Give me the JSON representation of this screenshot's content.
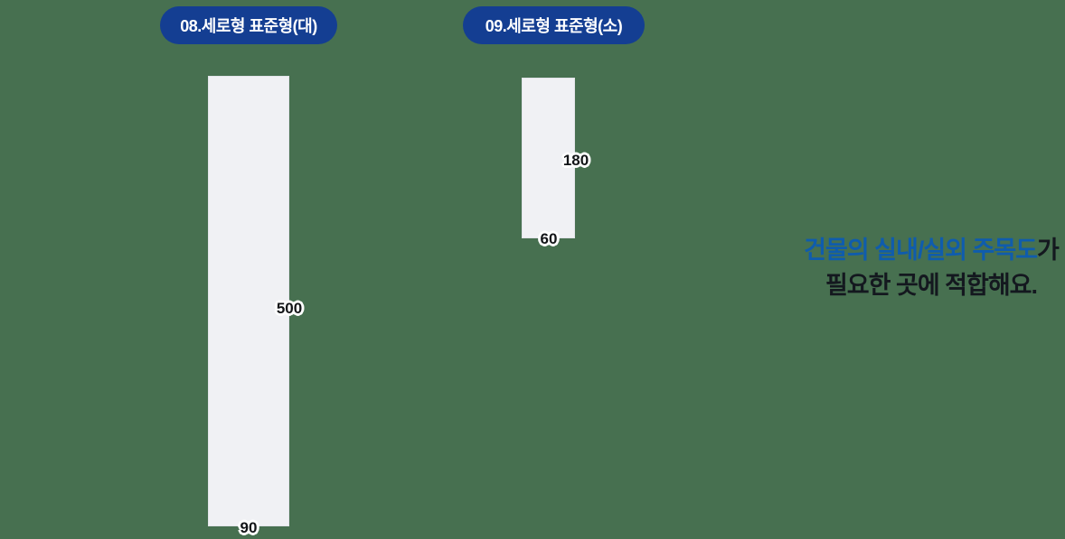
{
  "colors": {
    "background": "#477050",
    "badge_navy": "#143e92",
    "sign_fill": "#f0f1f4",
    "caption_highlight_blue": "#0f5cad",
    "text_dark": "#14181f"
  },
  "panels": [
    {
      "badge": "08.세로형 표준형(대)",
      "height_label": "500",
      "width_label": "90"
    },
    {
      "badge": "09.세로형 표준형(소)",
      "height_label": "180",
      "width_label": "60"
    }
  ],
  "caption": {
    "line1_highlight": "건물의 실내/실외 주목도",
    "line1_suffix": "가",
    "line2": "필요한 곳에 적합해요."
  }
}
